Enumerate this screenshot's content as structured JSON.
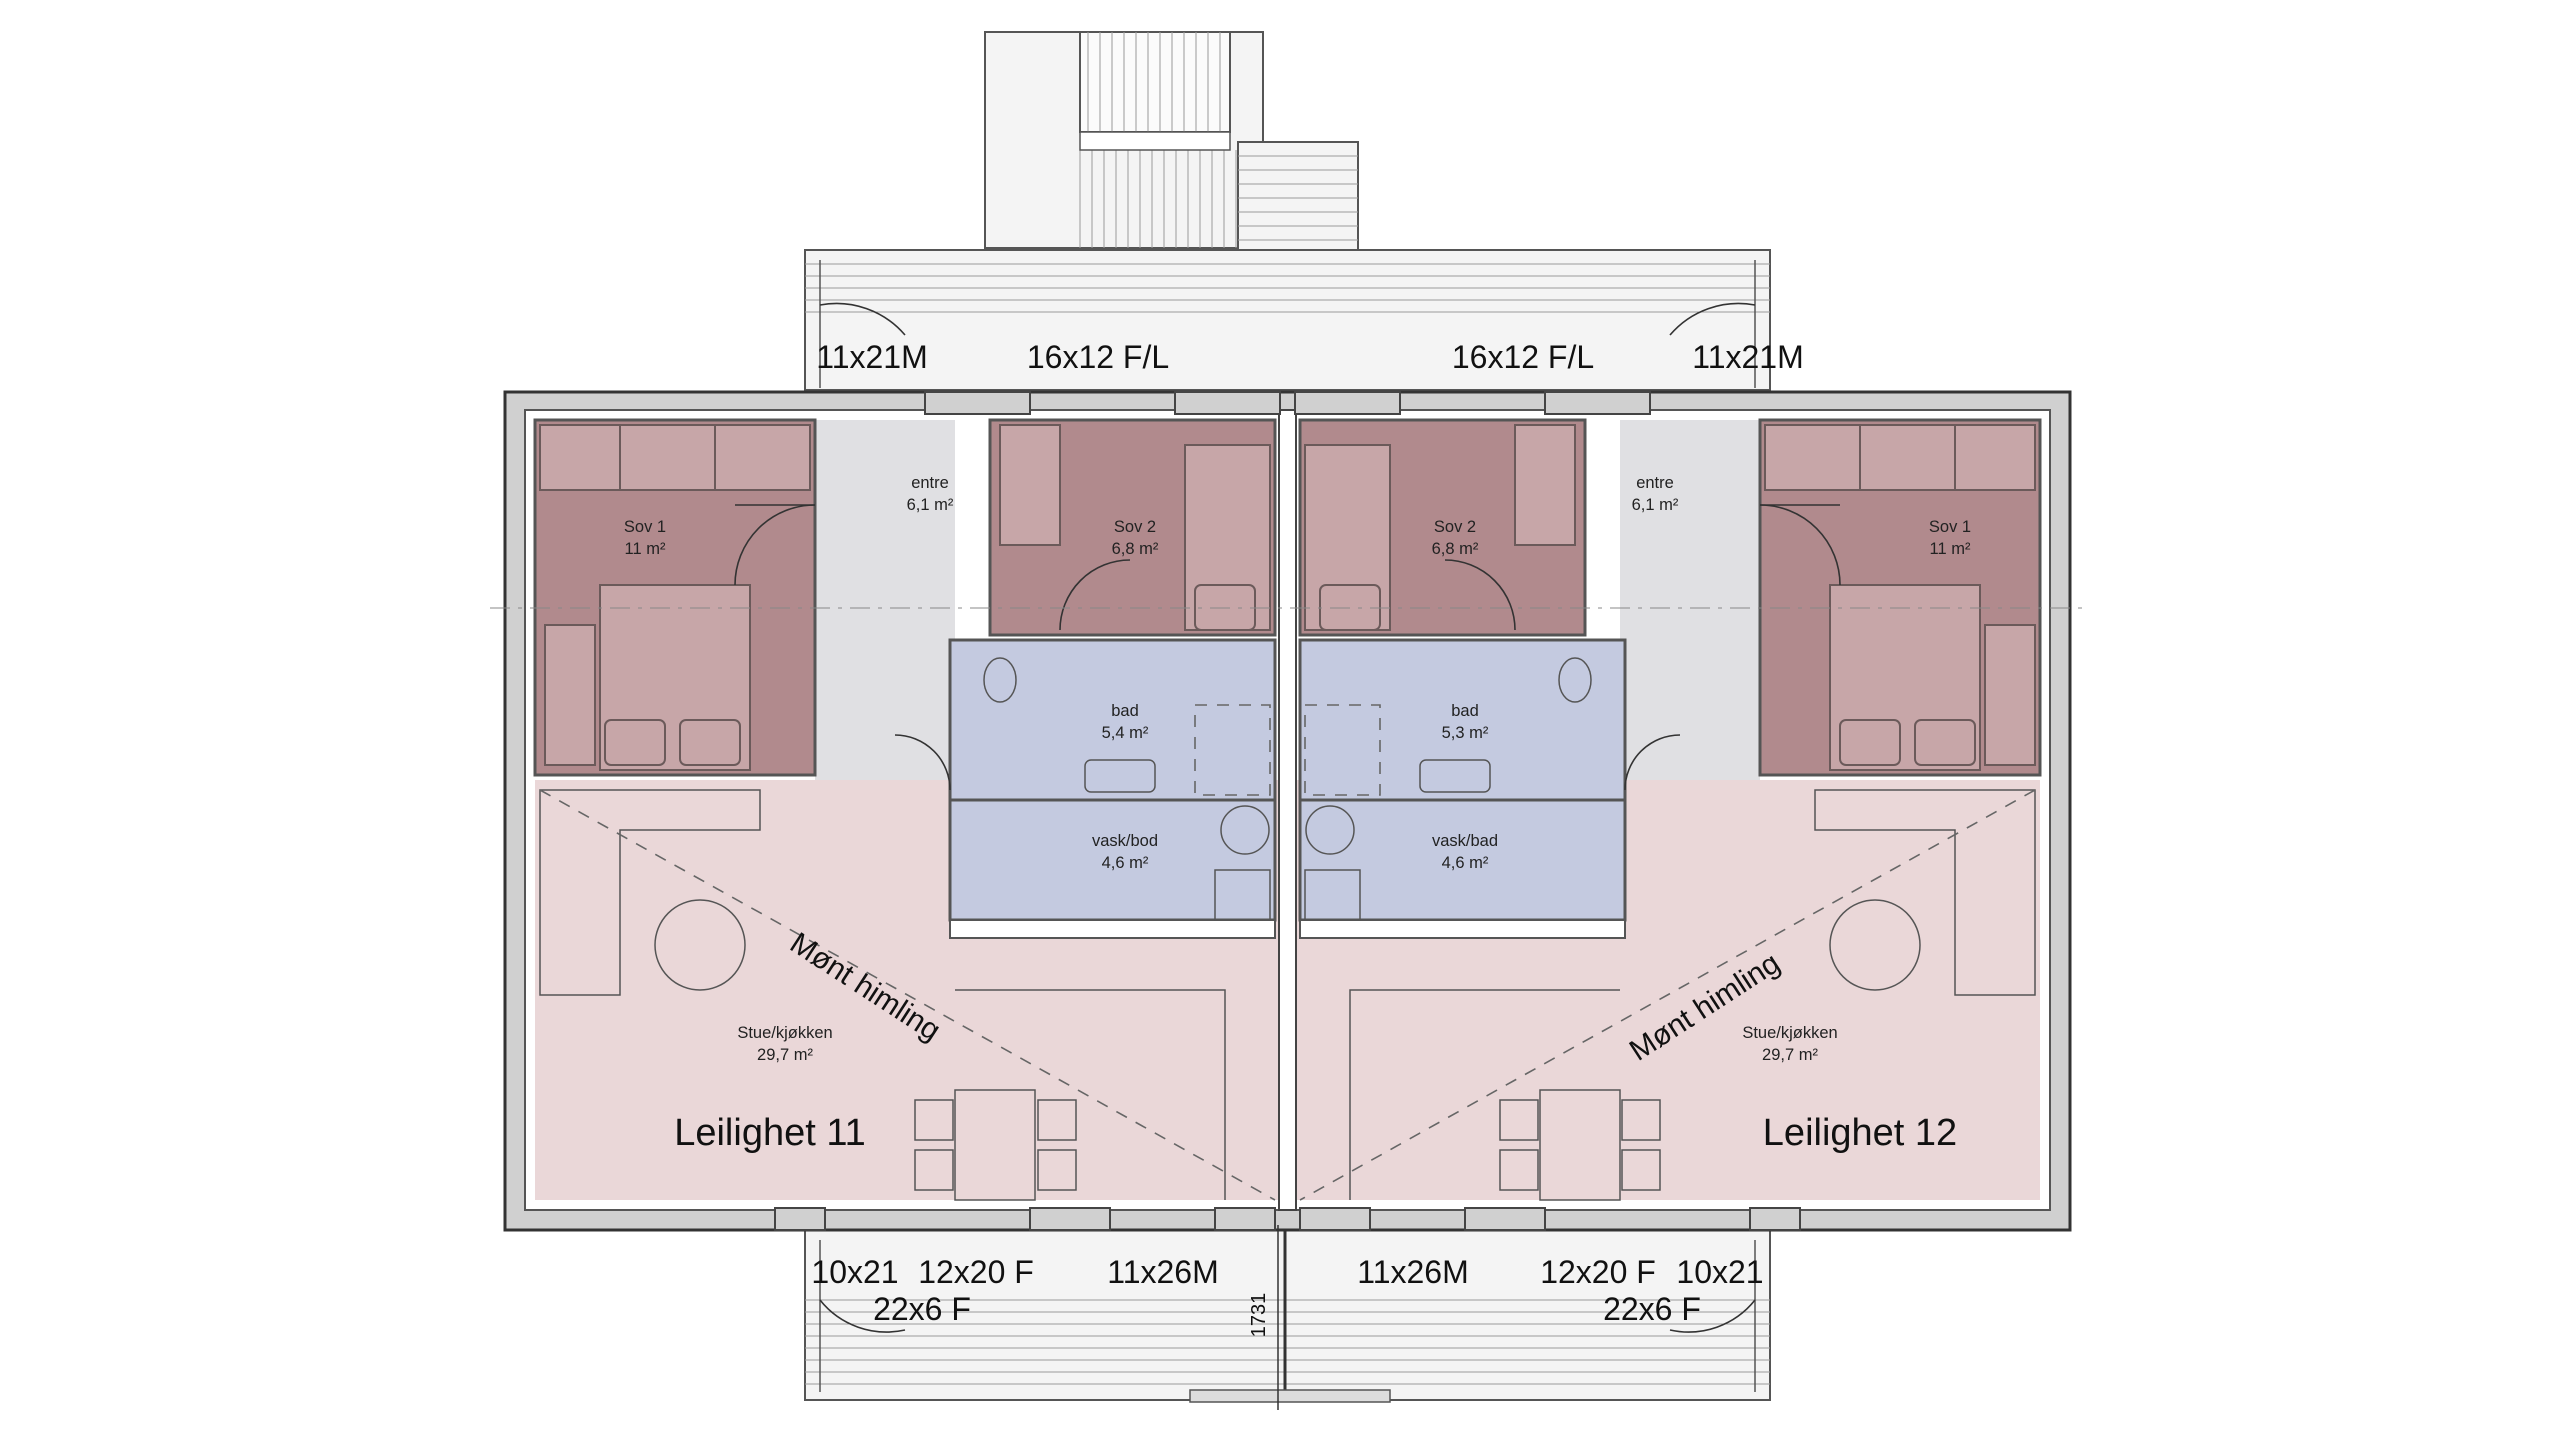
{
  "colors": {
    "bedroom": "#b18a8d",
    "living": "#ead7d8",
    "bath": "#c4cae0",
    "entry": "#e0e0e3",
    "furniture": "#c7a6a8",
    "wall": "#d0d0d0"
  },
  "apartments": [
    {
      "name": "Leilighet 11",
      "ceiling_note": "Mønt himling",
      "rooms": [
        {
          "name": "Sov 1",
          "area": "11 m²"
        },
        {
          "name": "entre",
          "area": "6,1 m²"
        },
        {
          "name": "Sov 2",
          "area": "6,8 m²"
        },
        {
          "name": "bad",
          "area": "5,4 m²"
        },
        {
          "name": "vask/bod",
          "area": "4,6 m²"
        },
        {
          "name": "Stue/kjøkken",
          "area": "29,7 m²"
        }
      ],
      "windows_top": [
        "11x21M",
        "16x12 F/L"
      ],
      "windows_bottom": [
        "10x21",
        "12x20 F",
        "11x26M",
        "22x6 F"
      ]
    },
    {
      "name": "Leilighet 12",
      "ceiling_note": "Mønt himling",
      "rooms": [
        {
          "name": "Sov 2",
          "area": "6,8 m²"
        },
        {
          "name": "entre",
          "area": "6,1 m²"
        },
        {
          "name": "Sov 1",
          "area": "11 m²"
        },
        {
          "name": "bad",
          "area": "5,3 m²"
        },
        {
          "name": "vask/bad",
          "area": "4,6 m²"
        },
        {
          "name": "Stue/kjøkken",
          "area": "29,7 m²"
        }
      ],
      "windows_top": [
        "16x12 F/L",
        "11x21M"
      ],
      "windows_bottom": [
        "11x26M",
        "12x20 F",
        "10x21",
        "22x6 F"
      ]
    }
  ],
  "dimension_vertical": "1731"
}
